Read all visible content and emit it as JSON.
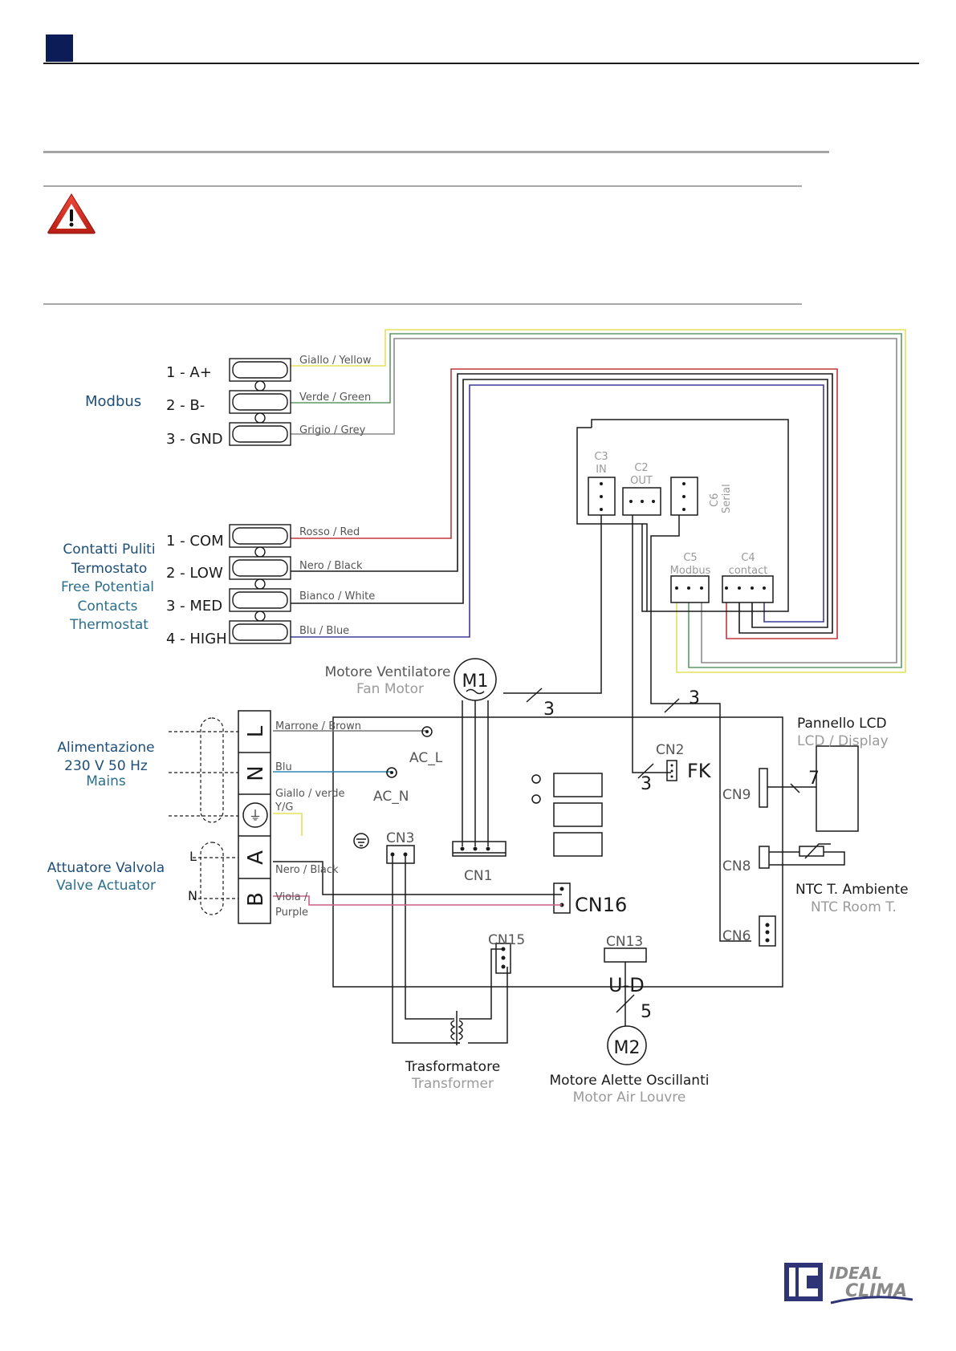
{
  "header": {
    "accent_color": "#0c1c56"
  },
  "warning": {
    "icon": "warning-triangle-icon"
  },
  "modbus": {
    "title": "Modbus",
    "terminals": [
      "1 - A+",
      "2 - B-",
      "3 - GND"
    ],
    "wires": [
      "Giallo / Yellow",
      "Verde / Green",
      "Grigio / Grey"
    ]
  },
  "contacts": {
    "title_lines": [
      "Contatti Puliti",
      "Termostato",
      "Free Potential",
      "Contacts",
      "Thermostat"
    ],
    "terminals": [
      "1 - COM",
      "2 - LOW",
      "3 - MED",
      "4 - HIGH"
    ],
    "wires": [
      "Rosso / Red",
      "Nero / Black",
      "Bianco / White",
      "Blu / Blue"
    ]
  },
  "interface_board": {
    "c3": [
      "C3",
      "IN"
    ],
    "c2": [
      "C2",
      "OUT"
    ],
    "c6": [
      "C6",
      "Serial"
    ],
    "c5": [
      "C5",
      "Modbus"
    ],
    "c4": [
      "C4",
      "contact"
    ]
  },
  "fan_motor": {
    "title": "Motore Ventilatore",
    "subtitle": "Fan Motor",
    "symbol": "M1",
    "wire_count": "3"
  },
  "mains": {
    "title_lines": [
      "Alimentazione",
      "230 V 50 Hz",
      "Mains"
    ],
    "terminals": [
      "L",
      "N",
      "⏚",
      "A",
      "B"
    ],
    "wires": [
      "Marrone / Brown",
      "Blu",
      "Giallo / verde",
      "Y/G",
      "Nero / Black",
      "Viola /",
      "Purple"
    ],
    "side_labels": [
      "L",
      "N"
    ]
  },
  "valve": {
    "title": "Attuatore Valvola",
    "subtitle": "Valve Actuator"
  },
  "pcb": {
    "ac_l": "AC_L",
    "ac_n": "AC_N",
    "cn1": "CN1",
    "cn2": "CN2",
    "fk": "FK",
    "cn2_wires": "3",
    "cn3": "CN3",
    "cn6": "CN6",
    "cn6_wires": "3",
    "cn8": "CN8",
    "cn9": "CN9",
    "cn13": "CN13",
    "cn15": "CN15",
    "cn16": "CN16",
    "ud": "U-D",
    "ud_wires": "5"
  },
  "lcd": {
    "title": "Pannello LCD",
    "subtitle": "LCD / Display",
    "wire_count": "7"
  },
  "ntc": {
    "title": "NTC T. Ambiente",
    "subtitle": "NTC Room T."
  },
  "transformer": {
    "title": "Trasformatore",
    "subtitle": "Transformer"
  },
  "louvre_motor": {
    "title": "Motore Alette Oscillanti",
    "subtitle": "Motor Air Louvre",
    "symbol": "M2"
  },
  "logo": {
    "line1": "IDEAL",
    "line2": "CLIMA",
    "mark": "IC"
  },
  "colors": {
    "yellow": "#e6e05a",
    "green": "#5f9a66",
    "grey": "#8a8a8a",
    "red": "#c0393b",
    "black": "#1a1a1a",
    "blue": "#3b3b9a",
    "mains_blue": "#2d8ab8",
    "purple": "#c9608a"
  }
}
